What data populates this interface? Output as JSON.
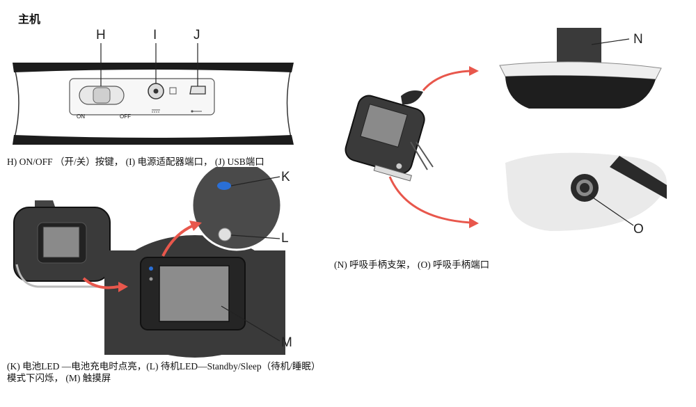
{
  "section_title": "主机",
  "panel_side_ports": {
    "callouts": [
      "H",
      "I",
      "J"
    ],
    "switch_labels": {
      "on": "ON",
      "off": "OFF"
    },
    "caption": "H) ON/OFF （开/关）按键，  (I) 电源适配器端口，  (J) USB端口"
  },
  "panel_front": {
    "callouts": [
      "K",
      "L",
      "M"
    ],
    "caption_lines": [
      "(K) 电池LED —电池充电时点亮，(L) 待机LED—Standby/Sleep（待机/睡眠）",
      "模式下闪烁，  (M) 触摸屏"
    ]
  },
  "panel_handle": {
    "callouts": [
      "N",
      "O"
    ],
    "caption": "(N) 呼吸手柄支架，  (O) 呼吸手柄端口"
  },
  "colors": {
    "arrow": "#e8574c",
    "device_body": "#2c2c2c",
    "led_blue": "#2a6fd6"
  }
}
